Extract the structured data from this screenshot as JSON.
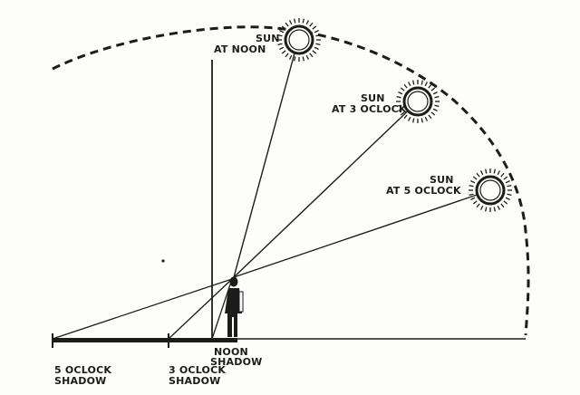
{
  "labels": {
    "sun_noon_line1": "SUN",
    "sun_noon_line2": "AT NOON",
    "sun_3_line1": "SUN",
    "sun_3_line2": "AT 3 OCLOCK",
    "sun_5_line1": "SUN",
    "sun_5_line2": "AT 5 OCLOCK",
    "noon_shadow_line1": "NOON",
    "noon_shadow_line2": "SHADOW",
    "shadow_3_line1": "3 OCLOCK",
    "shadow_3_line2": "SHADOW",
    "shadow_5_line1": "5 OCLOCK",
    "shadow_5_line2": "SHADOW"
  },
  "colors": {
    "ink": "#1c1c1c",
    "paper": "#fdfdfb"
  }
}
